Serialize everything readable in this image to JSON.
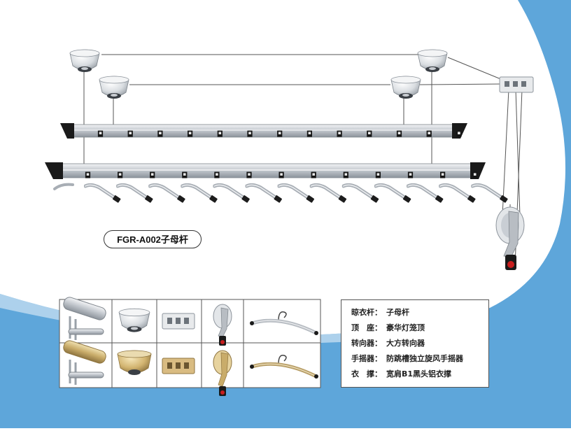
{
  "model_label": "FGR-A002子母杆",
  "specs": [
    {
      "key": "晾衣杆：",
      "value": "子母杆"
    },
    {
      "key": "顶　座：",
      "value": "豪华灯笼顶"
    },
    {
      "key": "转向器：",
      "value": "大方转向器"
    },
    {
      "key": "手摇器：",
      "value": "防跳槽独立旋风手摇器"
    },
    {
      "key": "衣　撑：",
      "value": "宽肩B1黑头铝衣撑"
    }
  ],
  "colors": {
    "background_blue": "#5ea6da",
    "pale_blue": "#dcecf8",
    "aluminum": "#c8cdd3",
    "gold": "#c9ac6a",
    "black_cap": "#1a1a1a",
    "handle_red": "#c81e1e"
  },
  "variants": [
    "silver",
    "gold"
  ],
  "parts": [
    "rod",
    "ceiling-mount",
    "pulley-block",
    "hand-crank",
    "hanger"
  ]
}
